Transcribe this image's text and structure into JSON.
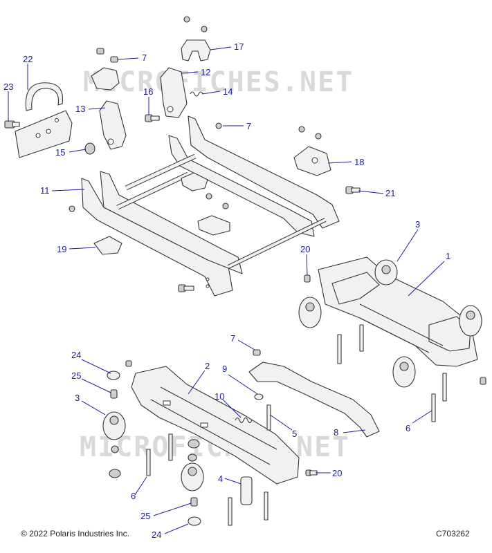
{
  "watermark": "MICROFICHES.NET",
  "footer": {
    "copyright": "© 2022 Polaris Industries Inc.",
    "figure_id": "C703262"
  },
  "callouts": [
    {
      "id": "c22-top",
      "label": "22"
    },
    {
      "id": "c23",
      "label": "23"
    },
    {
      "id": "c7-a",
      "label": "7"
    },
    {
      "id": "c17",
      "label": "17"
    },
    {
      "id": "c12",
      "label": "12"
    },
    {
      "id": "c16",
      "label": "16"
    },
    {
      "id": "c14",
      "label": "14"
    },
    {
      "id": "c13",
      "label": "13"
    },
    {
      "id": "c7-b",
      "label": "7"
    },
    {
      "id": "c15",
      "label": "15"
    },
    {
      "id": "c18",
      "label": "18"
    },
    {
      "id": "c11",
      "label": "11"
    },
    {
      "id": "c21",
      "label": "21"
    },
    {
      "id": "c3-a",
      "label": "3"
    },
    {
      "id": "c19",
      "label": "19"
    },
    {
      "id": "c20-a",
      "label": "20"
    },
    {
      "id": "c1",
      "label": "1"
    },
    {
      "id": "c7-c",
      "label": "7"
    },
    {
      "id": "c24-a",
      "label": "24"
    },
    {
      "id": "c2",
      "label": "2"
    },
    {
      "id": "c9",
      "label": "9"
    },
    {
      "id": "c25-a",
      "label": "25"
    },
    {
      "id": "c10",
      "label": "10"
    },
    {
      "id": "c3-b",
      "label": "3"
    },
    {
      "id": "c5",
      "label": "5"
    },
    {
      "id": "c8",
      "label": "8"
    },
    {
      "id": "c6-a",
      "label": "6"
    },
    {
      "id": "c20-b",
      "label": "20"
    },
    {
      "id": "c4",
      "label": "4"
    },
    {
      "id": "c6-b",
      "label": "6"
    },
    {
      "id": "c25-b",
      "label": "25"
    },
    {
      "id": "c24-b",
      "label": "24"
    }
  ]
}
